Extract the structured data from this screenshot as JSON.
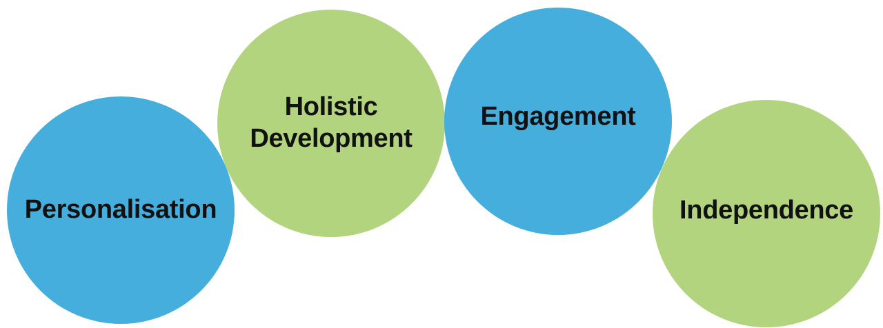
{
  "colors": {
    "blue": "#45AEDD",
    "green": "#B2D47E",
    "text": "#111111",
    "background": "#ffffff"
  },
  "circles": [
    {
      "label": "Personalisation",
      "color": "#45AEDD"
    },
    {
      "label": "Holistic\nDevelopment",
      "color": "#B2D47E"
    },
    {
      "label": "Engagement",
      "color": "#45AEDD"
    },
    {
      "label": "Independence",
      "color": "#B2D47E"
    }
  ]
}
